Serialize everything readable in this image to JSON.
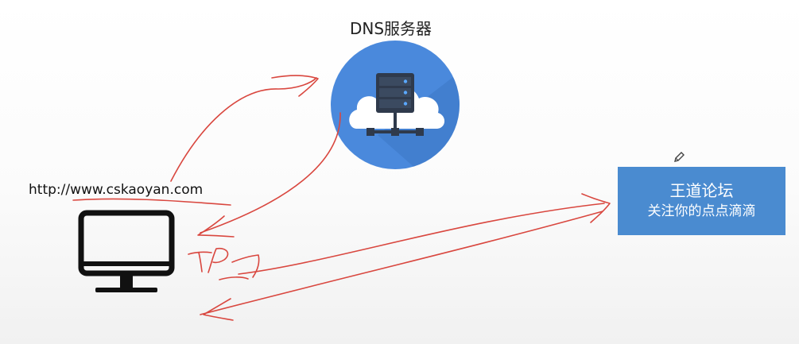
{
  "dns_server": {
    "label": "DNS服务器",
    "icon": "cloud-server-icon",
    "circle_color": "#4a89dc"
  },
  "client": {
    "url": "http://www.cskaoyan.com",
    "icon": "computer-monitor-icon"
  },
  "web_server": {
    "title": "王道论坛",
    "subtitle": "关注你的点点滴滴",
    "box_color": "#4a8bd0"
  },
  "annotations": {
    "handwritten_label": "IP",
    "ink_color": "#d9473f"
  }
}
